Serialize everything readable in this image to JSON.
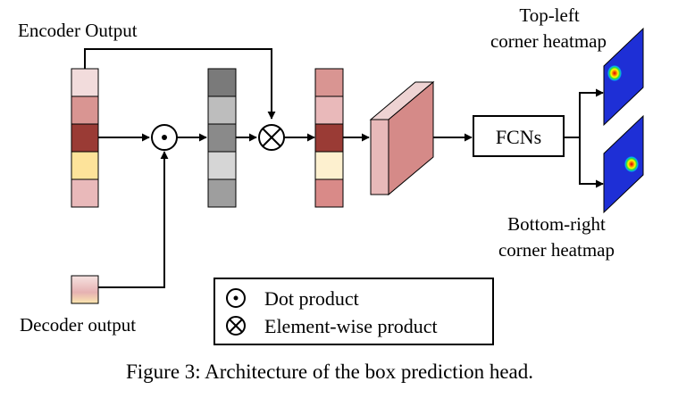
{
  "labels": {
    "encoder_output": "Encoder Output",
    "decoder_output": "Decoder output",
    "fcns": "FCNs",
    "top_left_line1": "Top-left",
    "top_left_line2": "corner heatmap",
    "bottom_right_line1": "Bottom-right",
    "bottom_right_line2": "corner heatmap"
  },
  "legend": {
    "dot_product": "Dot product",
    "elementwise_product": "Element-wise product"
  },
  "caption": "Figure 3: Architecture of the box prediction head.",
  "colors": {
    "encoder_cells": [
      "#f2dcdc",
      "#d99592",
      "#9a3b35",
      "#fde39a",
      "#e9b9ba"
    ],
    "gray_cells": [
      "#7a7a7a",
      "#bdbdbd",
      "#8a8a8a",
      "#d6d6d6",
      "#9e9e9e"
    ],
    "product_cells": [
      "#d99592",
      "#e9b9ba",
      "#9a3b35",
      "#fdf0cf",
      "#d98a88"
    ],
    "heatmap_plane": "#1e2fd6",
    "block_front": "#e8b9b9",
    "block_side": "#d58a88"
  }
}
